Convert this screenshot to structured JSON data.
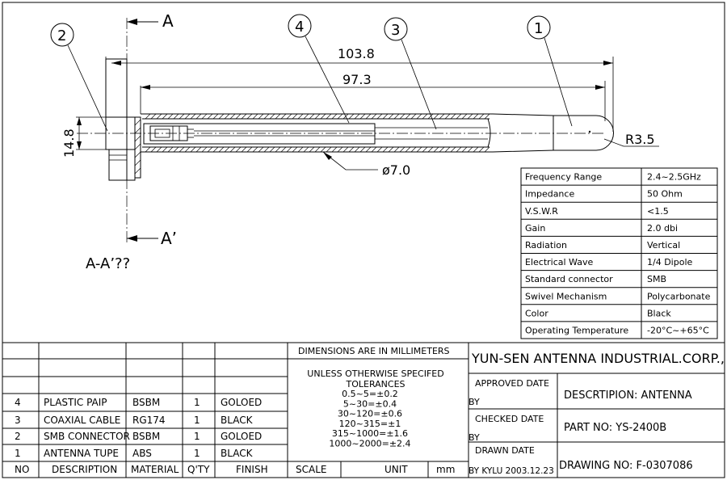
{
  "drawing": {
    "balloons": [
      "2",
      "4",
      "3",
      "1"
    ],
    "section_label_top": "A",
    "section_label_bottom": "A’",
    "section_caption": "A-A’??",
    "dim_overall": "103.8",
    "dim_body": "97.3",
    "dim_height": "14.8",
    "dim_diameter": "ø7.0",
    "dim_radius": "R3.5"
  },
  "specs": [
    {
      "label": "Frequency Range",
      "value": "2.4~2.5GHz"
    },
    {
      "label": "Impedance",
      "value": "50 Ohm"
    },
    {
      "label": "V.S.W.R",
      "value": "<1.5"
    },
    {
      "label": "Gain",
      "value": "2.0 dbi"
    },
    {
      "label": "Radiation",
      "value": "Vertical"
    },
    {
      "label": "Electrical Wave",
      "value": "1/4   Dipole"
    },
    {
      "label": "Standard connector",
      "value": "SMB"
    },
    {
      "label": "Swivel Mechanism",
      "value": "Polycarbonate"
    },
    {
      "label": "Color",
      "value": "Black"
    },
    {
      "label": "Operating Temperature",
      "value": "-20°C~+65°C"
    }
  ],
  "bom": {
    "headers": [
      "NO",
      "DESCRIPTION",
      "MATERIAL",
      "Q'TY",
      "FINISH"
    ],
    "rows": [
      {
        "no": "4",
        "description": "PLASTIC PAIP",
        "material": "BSBM",
        "qty": "1",
        "finish": "GOLOED"
      },
      {
        "no": "3",
        "description": "COAXIAL CABLE",
        "material": "RG174",
        "qty": "1",
        "finish": "BLACK"
      },
      {
        "no": "2",
        "description": "SMB CONNECTOR",
        "material": "BSBM",
        "qty": "1",
        "finish": "GOLOED"
      },
      {
        "no": "1",
        "description": "ANTENNA TUPE",
        "material": "ABS",
        "qty": "1",
        "finish": "BLACK"
      }
    ]
  },
  "tolerances": {
    "header": "DIMENSIONS ARE IN MILLIMETERS",
    "line1": "UNLESS OTHERWISE SPECIFED",
    "line2": "TOLERANCES",
    "items": [
      "0.5~5=±0.2",
      "5~30=±0.4",
      "30~120=±0.6",
      "120~315=±1",
      "315~1000=±1.6",
      "1000~2000=±2.4"
    ],
    "scale_label": "SCALE",
    "unit_label": "UNIT",
    "unit_value": "mm"
  },
  "title_block": {
    "company": "YUN-SEN ANTENNA INDUSTRIAL.CORP.,",
    "approved": "APPROVED  DATE",
    "checked": "CHECKED     DATE",
    "drawn": "DRAWN     DATE",
    "by": "BY",
    "drawn_by": "BY KYLU  2003.12.23",
    "description": "DESCRTIPION: ANTENNA",
    "part_no": "PART NO: YS-2400B",
    "drawing_no": "DRAWING NO: F-0307086"
  }
}
